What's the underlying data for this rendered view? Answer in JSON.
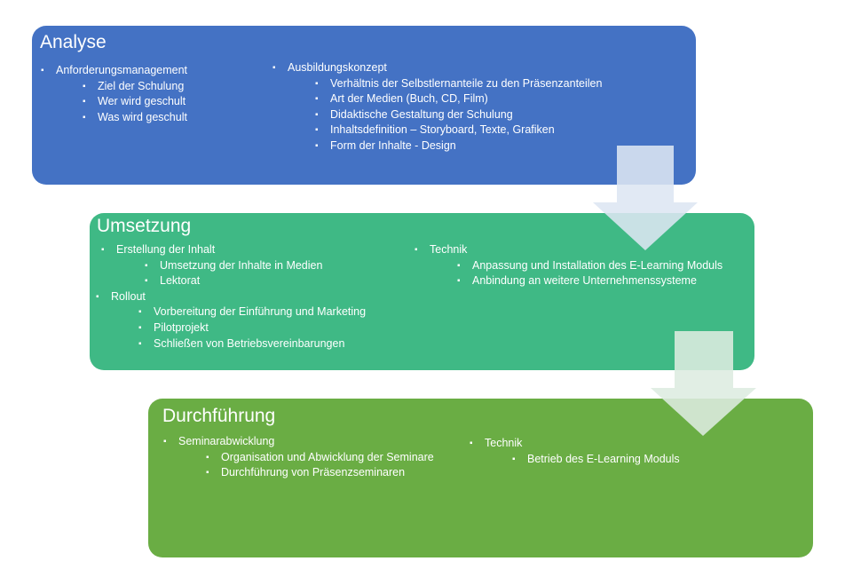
{
  "stages": [
    {
      "title": "Analyse",
      "columns": [
        [
          {
            "label": "Anforderungsmanagement",
            "sub": [
              "Ziel der Schulung",
              "Wer wird geschult",
              "Was wird geschult"
            ]
          }
        ],
        [
          {
            "label": "Ausbildungskonzept",
            "sub": [
              "Verhältnis der Selbstlernanteile zu den Präsenzanteilen",
              "Art der Medien (Buch, CD, Film)",
              "Didaktische Gestaltung der Schulung",
              "Inhaltsdefinition – Storyboard, Texte, Grafiken",
              "Form der Inhalte - Design"
            ]
          }
        ]
      ]
    },
    {
      "title": "Umsetzung",
      "columns": [
        [
          {
            "label": "Erstellung der Inhalt",
            "sub": [
              "Umsetzung der Inhalte in Medien",
              "Lektorat"
            ]
          },
          {
            "label": "Rollout",
            "sub": [
              "Vorbereitung der Einführung und Marketing",
              "Pilotprojekt",
              "Schließen von Betriebsvereinbarungen"
            ]
          }
        ],
        [
          {
            "label": "Technik",
            "sub": [
              "Anpassung und Installation des E-Learning Moduls",
              "Anbindung an weitere Unternehmenssysteme"
            ]
          }
        ]
      ]
    },
    {
      "title": "Durchführung",
      "columns": [
        [
          {
            "label": "Seminarabwicklung",
            "sub": [
              "Organisation und Abwicklung der Seminare",
              "Durchführung von Präsenzseminaren"
            ]
          }
        ],
        [
          {
            "label": "Technik",
            "sub": [
              "Betrieb des E-Learning Moduls"
            ]
          }
        ]
      ]
    }
  ]
}
